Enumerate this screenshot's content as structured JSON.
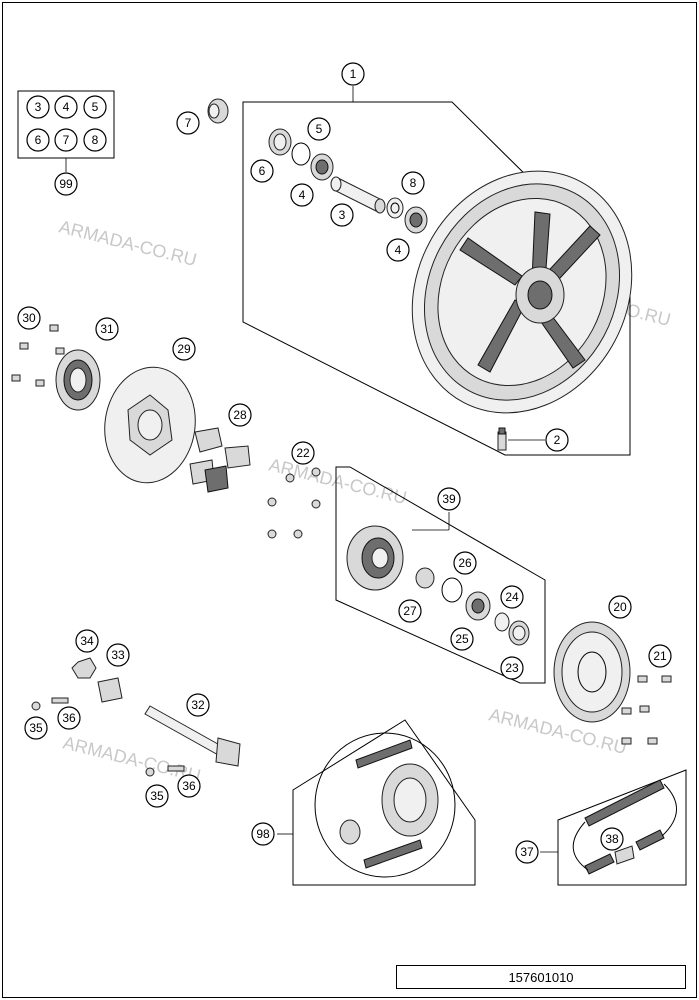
{
  "callouts": {
    "c1": "1",
    "c2": "2",
    "c3": "3",
    "c4a": "4",
    "c4b": "4",
    "c5": "5",
    "c6": "6",
    "c7": "7",
    "c8": "8",
    "c20": "20",
    "c21": "21",
    "c22": "22",
    "c23": "23",
    "c24": "24",
    "c25": "25",
    "c26": "26",
    "c27": "27",
    "c28": "28",
    "c29": "29",
    "c30": "30",
    "c31": "31",
    "c32": "32",
    "c33": "33",
    "c34": "34",
    "c35a": "35",
    "c35b": "35",
    "c36a": "36",
    "c36b": "36",
    "c37": "37",
    "c38": "38",
    "c39": "39",
    "c98": "98",
    "c99": "99"
  },
  "kit99": {
    "items": [
      "3",
      "4",
      "5",
      "6",
      "7",
      "8"
    ]
  },
  "watermarks": [
    "ARMADA-CO.RU",
    "ARMADA-CO.RU",
    "ARMADA-CO.RU",
    "ARMADA-CO.RU",
    "ARMADA-CO.RU"
  ],
  "document_number": "157601010"
}
